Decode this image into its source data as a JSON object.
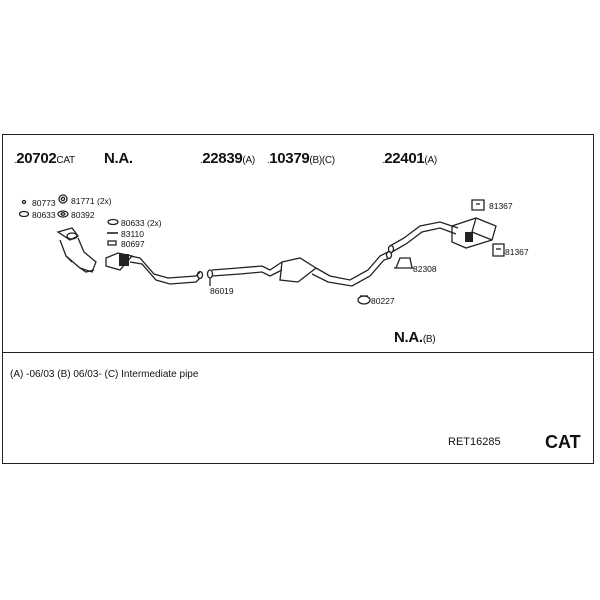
{
  "header": {
    "p1": {
      "dot": ".",
      "num": "20702",
      "suffix": "CAT"
    },
    "p2": {
      "text": "N.A."
    },
    "p3": {
      "dot": ".",
      "num": "22839",
      "suffix": "(A)"
    },
    "p4": {
      "dot": ".",
      "num": "10379",
      "suffix": "(B)(C)"
    },
    "p5": {
      "dot": ".",
      "num": "22401",
      "suffix": "(A)"
    }
  },
  "parts": {
    "a": "80773",
    "b": "81771 (2x)",
    "c": "80633",
    "d": "80392",
    "e": "80633 (2x)",
    "f": "83110",
    "g": "80697",
    "h": "86019",
    "i": "81367",
    "j": "81367",
    "k": "82308",
    "l": "80227"
  },
  "na_b": {
    "text": "N.A.",
    "suffix": "(B)"
  },
  "footnote": "(A) -06/03 (B) 06/03- (C) Intermediate pipe",
  "reference": "RET16285",
  "category": "CAT"
}
